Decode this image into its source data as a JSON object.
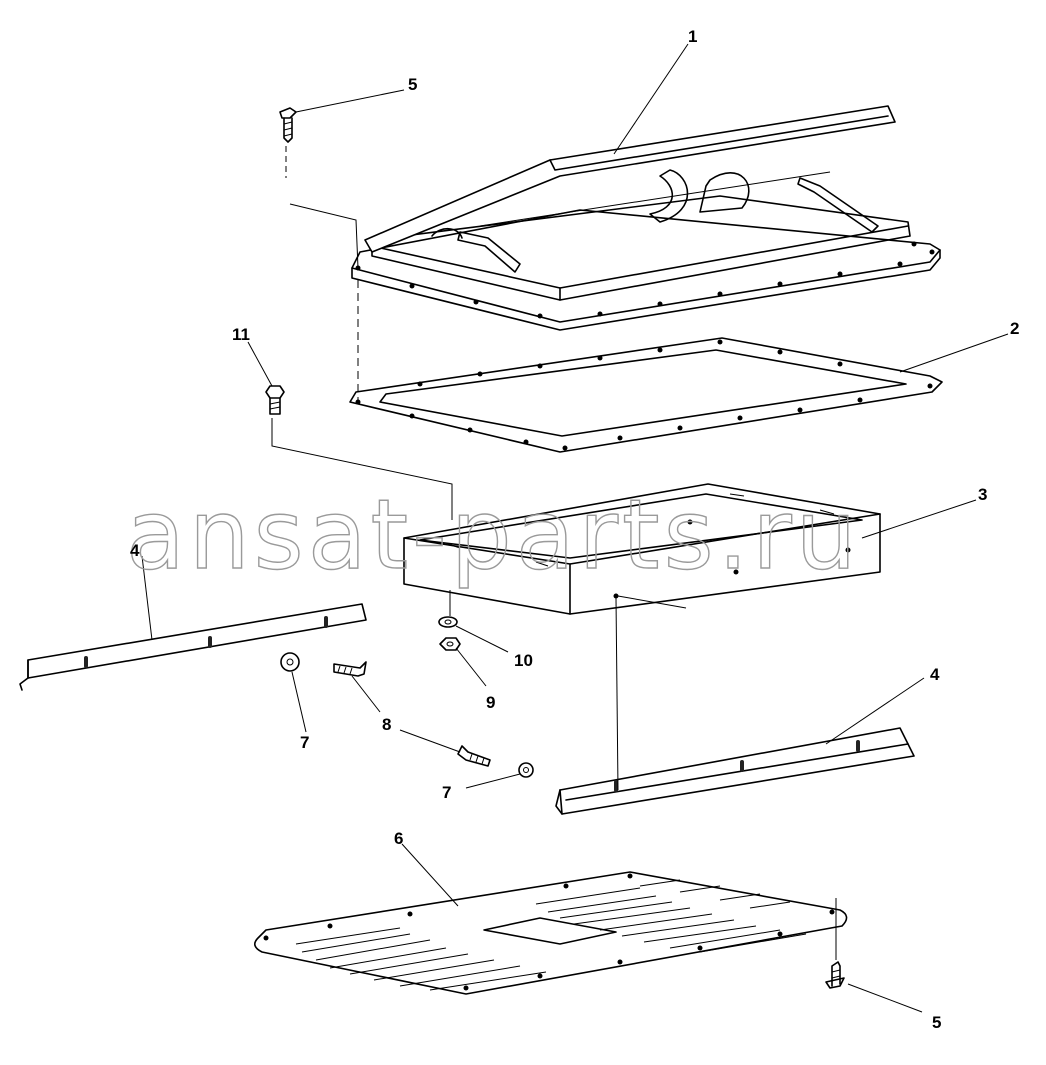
{
  "watermark": "ansat-parts.ru",
  "callouts": {
    "c1": "1",
    "c2": "2",
    "c3": "3",
    "c4a": "4",
    "c4b": "4",
    "c5a": "5",
    "c5b": "5",
    "c6": "6",
    "c7a": "7",
    "c7b": "7",
    "c8": "8",
    "c9": "9",
    "c10": "10",
    "c11": "11"
  }
}
